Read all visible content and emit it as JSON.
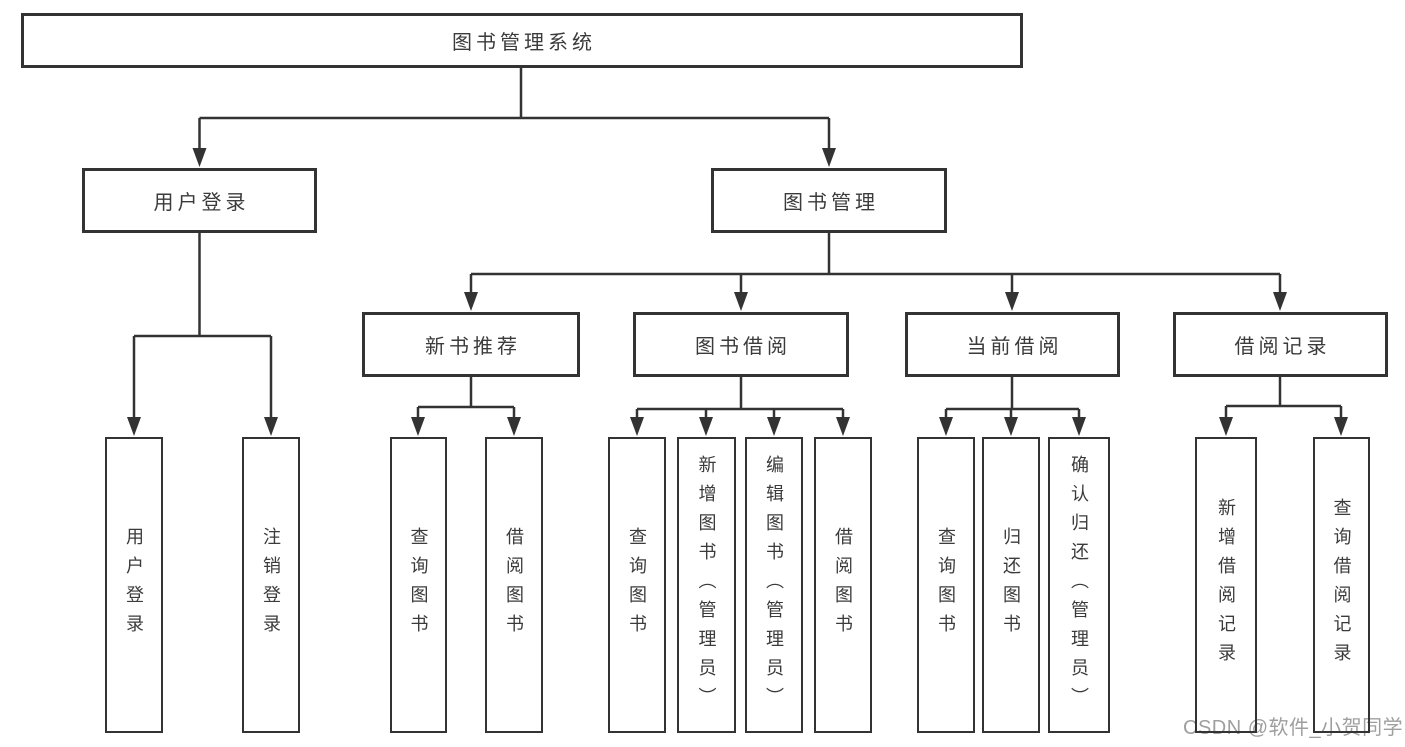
{
  "tree": {
    "root": {
      "label": "图书管理系统"
    },
    "branches": [
      {
        "label": "用户登录",
        "children": [
          {
            "label": "用户登录"
          },
          {
            "label": "注销登录"
          }
        ]
      },
      {
        "label": "图书管理",
        "children": [
          {
            "label": "新书推荐",
            "children": [
              {
                "label": "查询图书"
              },
              {
                "label": "借阅图书"
              }
            ]
          },
          {
            "label": "图书借阅",
            "children": [
              {
                "label": "查询图书"
              },
              {
                "label": "新增图书（管理员）"
              },
              {
                "label": "编辑图书（管理员）"
              },
              {
                "label": "借阅图书"
              }
            ]
          },
          {
            "label": "当前借阅",
            "children": [
              {
                "label": "查询图书"
              },
              {
                "label": "归还图书"
              },
              {
                "label": "确认归还（管理员）"
              }
            ]
          },
          {
            "label": "借阅记录",
            "children": [
              {
                "label": "新增借阅记录"
              },
              {
                "label": "查询借阅记录"
              }
            ]
          }
        ]
      }
    ]
  },
  "watermark": {
    "text": "CSDN @软件_小贺同学"
  },
  "colors": {
    "line": "#333333",
    "border": "#333333",
    "text": "#3b3b3b",
    "watermark": "#9f9f9f",
    "background": "#ffffff"
  }
}
